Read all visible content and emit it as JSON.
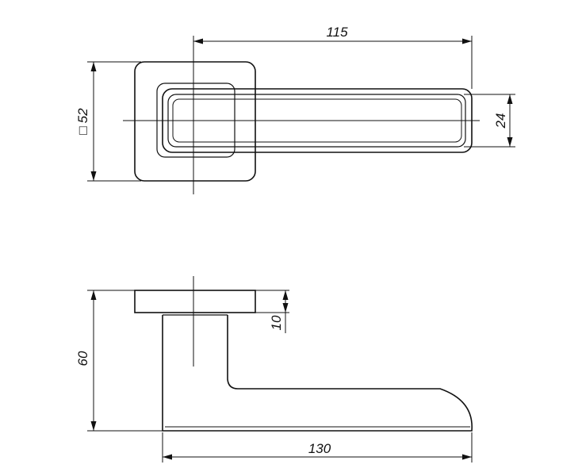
{
  "dimensions": {
    "handle_length_top": "115",
    "rosette_square": "52",
    "handle_width": "24",
    "rosette_thickness": "10",
    "handle_height": "60",
    "handle_length_bottom": "130"
  },
  "symbols": {
    "square_symbol": "□"
  },
  "colors": {
    "line": "#111111",
    "background": "#ffffff"
  }
}
